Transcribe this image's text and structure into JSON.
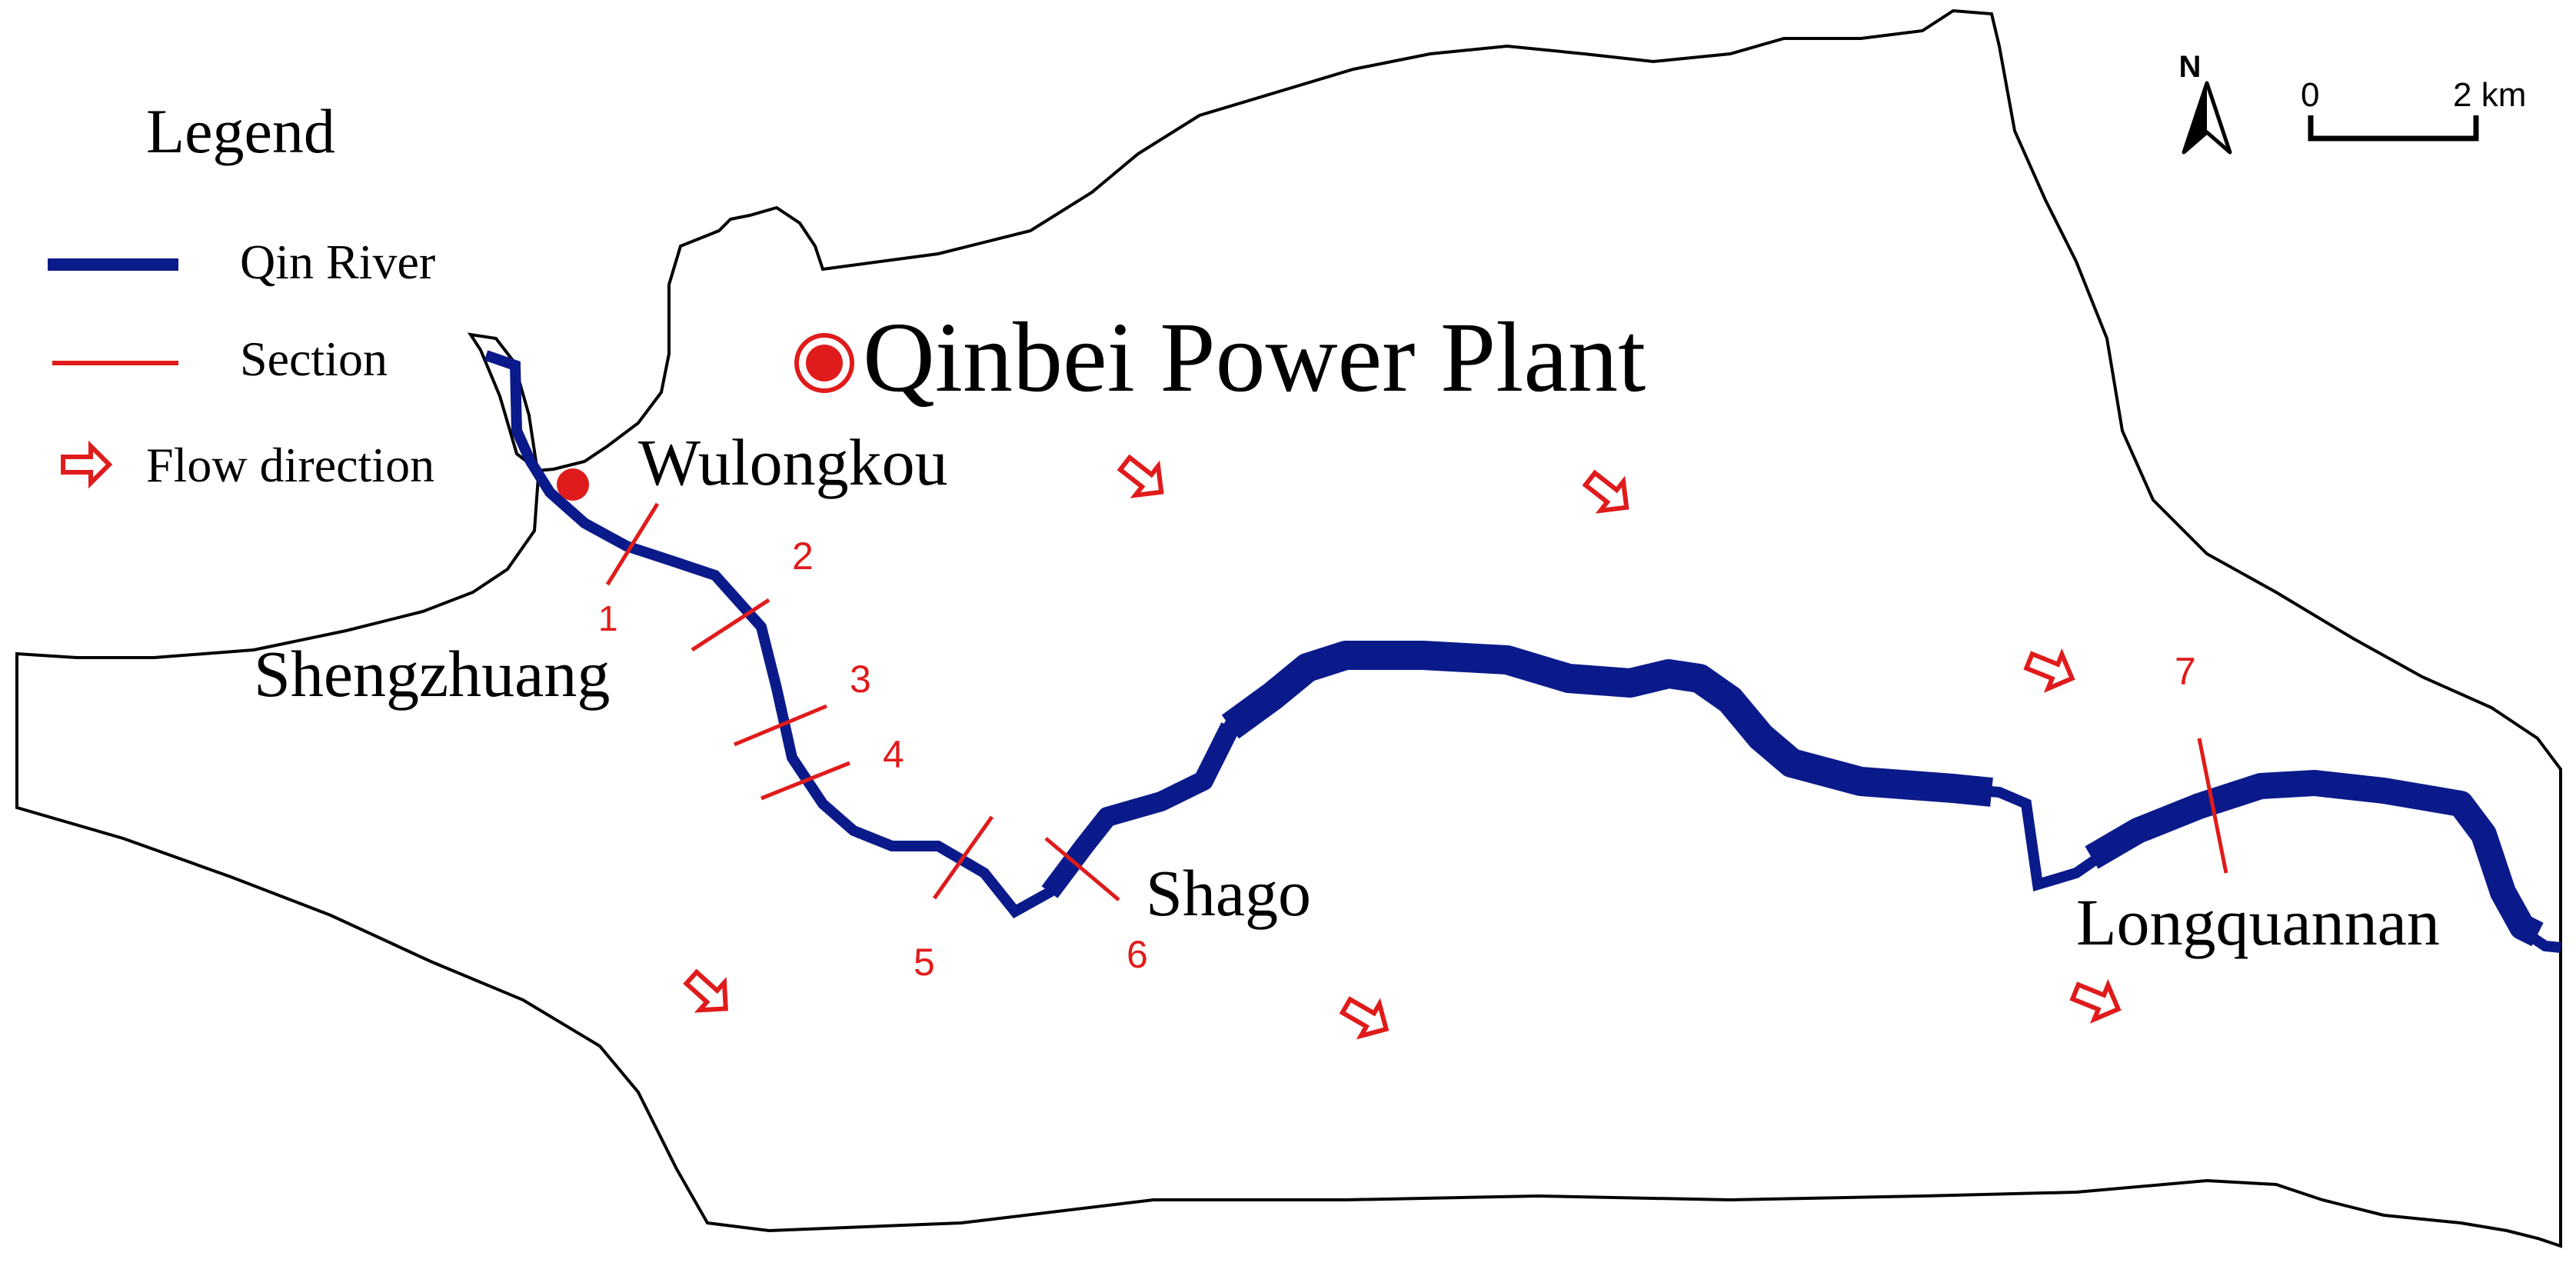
{
  "legend": {
    "title": "Legend",
    "items": [
      {
        "label": "Qin River",
        "symbol": "river-line",
        "color": "#0b1a8a"
      },
      {
        "label": "Section",
        "symbol": "section-line",
        "color": "#e01b1b"
      },
      {
        "label": "Flow direction",
        "symbol": "flow-arrow",
        "color": "#e01b1b"
      }
    ]
  },
  "north_arrow": {
    "label": "N"
  },
  "scale_bar": {
    "start": "0",
    "end": "2 km"
  },
  "places": {
    "power_plant": "Qinbei Power Plant",
    "wulongkou": "Wulongkou",
    "shengzhuang": "Shengzhuang",
    "shago": "Shago",
    "longquannan": "Longquannan"
  },
  "sections": [
    "1",
    "2",
    "3",
    "4",
    "5",
    "6",
    "7"
  ],
  "colors": {
    "river": "#0b1a8a",
    "section": "#e01b1b",
    "marker": "#e01b1b",
    "boundary": "#000000"
  }
}
